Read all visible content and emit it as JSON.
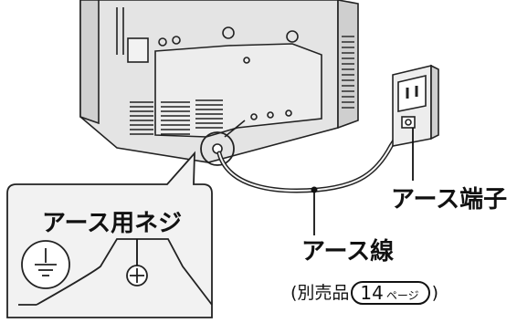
{
  "labels": {
    "ground_terminal": "アース端子",
    "ground_screw": "アース用ネジ",
    "ground_wire": "アース線",
    "sold_open": "(別売品",
    "page_number": "14",
    "page_unit": "ページ",
    "sold_close": ")"
  },
  "icons": {
    "ground_symbol": "ground-symbol-icon",
    "screw": "screw-icon",
    "outlet": "wall-outlet-icon"
  }
}
